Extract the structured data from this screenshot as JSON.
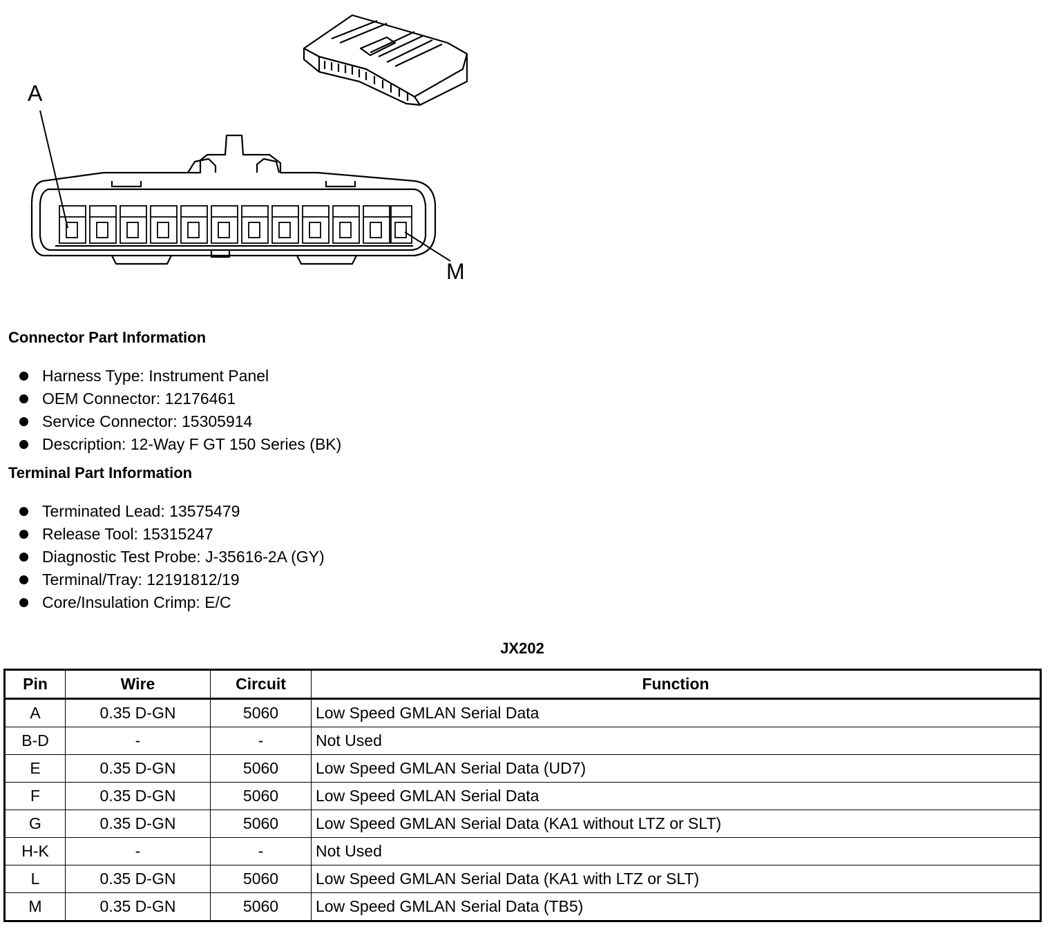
{
  "diagram": {
    "label_first": "A",
    "label_last": "M"
  },
  "connector_info": {
    "title": "Connector Part Information",
    "items": [
      "Harness Type: Instrument Panel",
      "OEM Connector: 12176461",
      "Service Connector: 15305914",
      "Description: 12-Way F GT 150 Series (BK)"
    ]
  },
  "terminal_info": {
    "title": "Terminal Part Information",
    "items": [
      "Terminated Lead: 13575479",
      "Release Tool: 15315247",
      "Diagnostic Test Probe: J-35616-2A (GY)",
      "Terminal/Tray: 12191812/19",
      "Core/Insulation Crimp: E/C"
    ]
  },
  "table": {
    "title": "JX202",
    "headers": [
      "Pin",
      "Wire",
      "Circuit",
      "Function"
    ],
    "rows": [
      [
        "A",
        "0.35 D-GN",
        "5060",
        "Low Speed GMLAN Serial Data"
      ],
      [
        "B-D",
        "-",
        "-",
        "Not Used"
      ],
      [
        "E",
        "0.35 D-GN",
        "5060",
        "Low Speed GMLAN Serial Data (UD7)"
      ],
      [
        "F",
        "0.35 D-GN",
        "5060",
        "Low Speed GMLAN Serial Data"
      ],
      [
        "G",
        "0.35 D-GN",
        "5060",
        "Low Speed GMLAN Serial Data (KA1 without LTZ or SLT)"
      ],
      [
        "H-K",
        "-",
        "-",
        "Not Used"
      ],
      [
        "L",
        "0.35 D-GN",
        "5060",
        "Low Speed GMLAN Serial Data (KA1 with LTZ or SLT)"
      ],
      [
        "M",
        "0.35 D-GN",
        "5060",
        "Low Speed GMLAN Serial Data (TB5)"
      ]
    ]
  }
}
